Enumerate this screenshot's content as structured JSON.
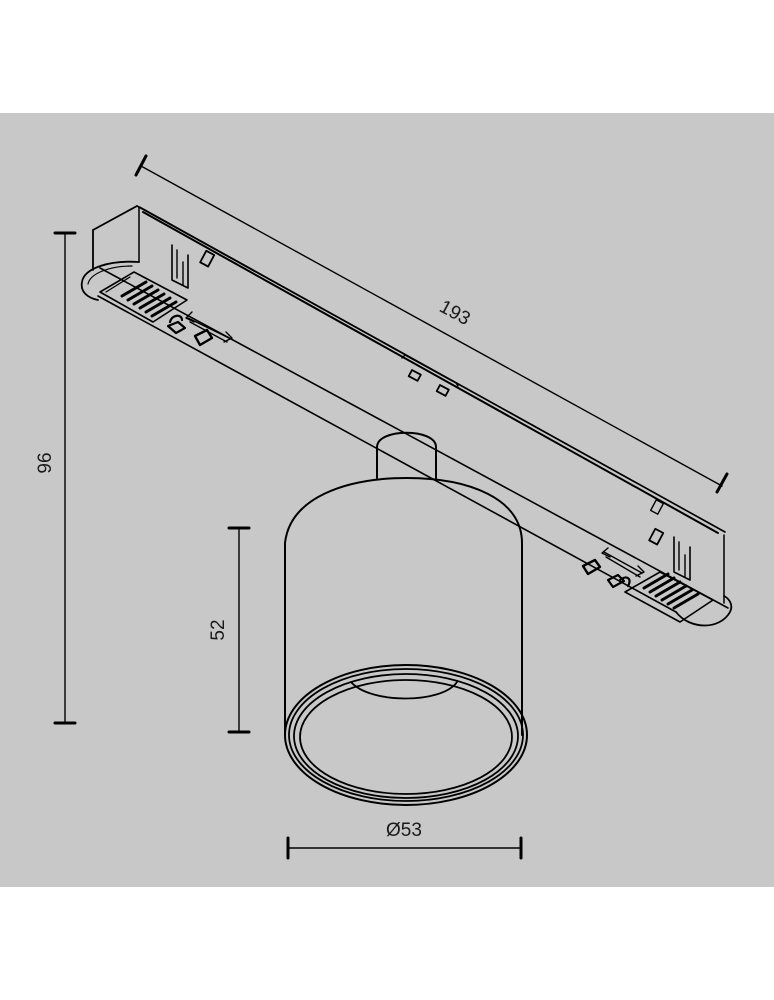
{
  "diagram": {
    "type": "technical-dimension-drawing",
    "subject": "track spotlight with magnetic track adapter",
    "background_color": "#c8c8c8",
    "page_color": "#ffffff",
    "line_color": "#000000",
    "dimensions": {
      "length": {
        "label": "193",
        "orientation": "diagonal along track"
      },
      "total_height": {
        "label": "96",
        "orientation": "vertical, left"
      },
      "body_height": {
        "label": "52",
        "orientation": "vertical, left of body"
      },
      "diameter": {
        "label": "Ø53",
        "orientation": "horizontal, below body"
      }
    }
  }
}
